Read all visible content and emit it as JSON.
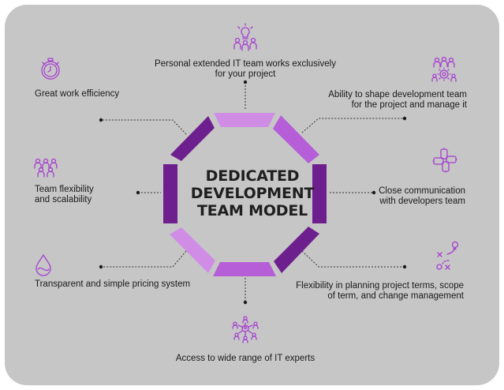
{
  "center": {
    "line1": "DEDICATED",
    "line2": "DEVELOPMENT",
    "line3": "TEAM MODEL"
  },
  "features": {
    "top": {
      "line1": "Personal extended IT team works exclusively",
      "line2": "for your project",
      "icon": "team-lightbulb-icon"
    },
    "top_right": {
      "line1": "Ability to shape development team",
      "line2": "for the project and manage it",
      "icon": "team-gear-icon"
    },
    "right": {
      "line1": "Close communication",
      "line2": "with developers team",
      "icon": "hands-circle-icon"
    },
    "bottom_right": {
      "line1": "Flexibility in planning project terms, scope",
      "line2": "of term, and change management",
      "icon": "strategy-plan-icon"
    },
    "bottom": {
      "line1": "Access to wide range of IT experts",
      "icon": "expert-network-icon"
    },
    "bottom_left": {
      "line1": "Transparent and simple pricing system",
      "icon": "water-drop-icon"
    },
    "left": {
      "line1": "Team flexibility",
      "line2": "and scalability",
      "icon": "team-group-icon"
    },
    "top_left": {
      "line1": "Great work efficiency",
      "icon": "stopwatch-icon"
    }
  },
  "colors": {
    "background": "#c6c6c6",
    "dark_purple": "#6e1f8e",
    "light_purple": "#cf8de6",
    "mid_purple": "#b65ed8",
    "icon": "#a63fd0",
    "text": "#1a1a1a"
  }
}
